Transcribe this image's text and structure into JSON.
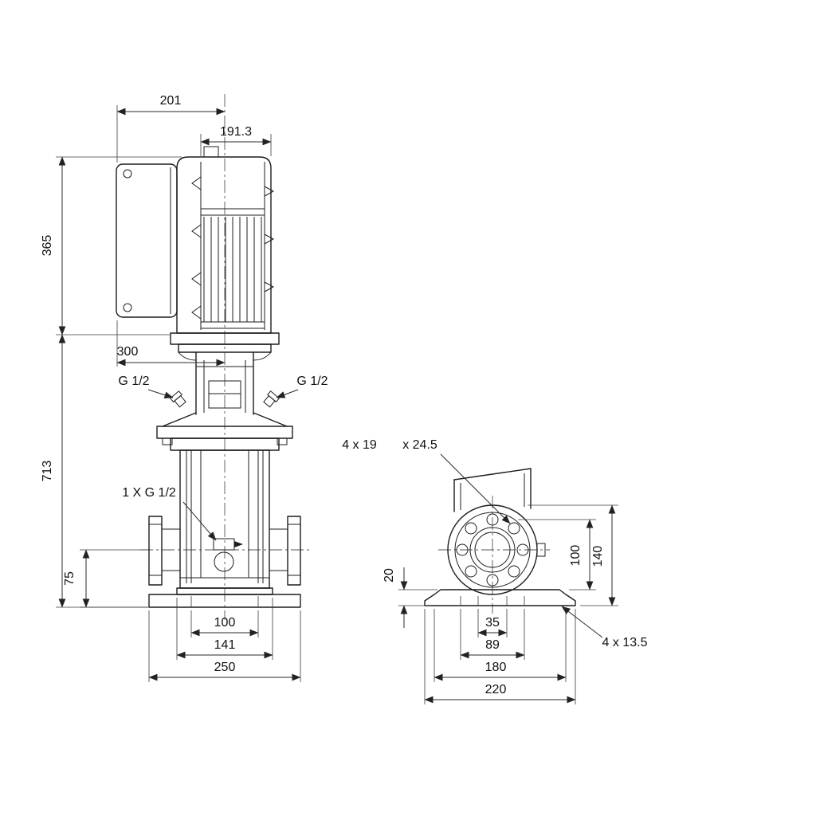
{
  "front_view": {
    "dims": {
      "width_top": "201",
      "width_motor": "191.3",
      "height_motor": "365",
      "depth": "300",
      "height_total": "713",
      "port_height": "75",
      "base_bolt_spacing": "100",
      "base_mid_width": "141",
      "base_width": "250"
    },
    "labels": {
      "port_left": "G 1/2",
      "port_right": "G 1/2",
      "drain_port": "1 X G 1/2"
    }
  },
  "side_view": {
    "dims": {
      "base_thickness": "20",
      "bolt_circle_height": "100",
      "flange_height": "140",
      "slot_spacing": "35",
      "slot_outer_spacing": "89",
      "base_top_width": "180",
      "base_width": "220"
    },
    "labels": {
      "flange_holes": "4 x 19",
      "flange_holes_depth": "x 24.5",
      "base_holes": "4  x 13.5"
    }
  }
}
